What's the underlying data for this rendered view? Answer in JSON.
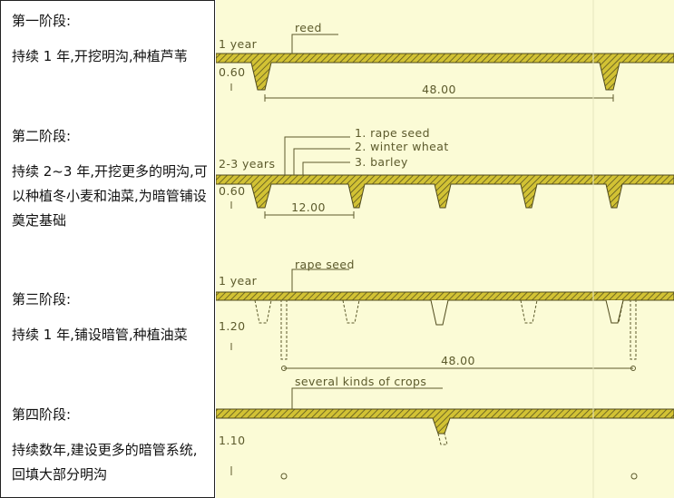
{
  "stages": [
    {
      "title": "第一阶段:",
      "desc": "持续 1 年,开挖明沟,种植芦苇",
      "duration": "1 year",
      "depth": "0.60",
      "spacing": "48.00",
      "crops": [
        "reed"
      ]
    },
    {
      "title": "第二阶段:",
      "desc": "持续 2~3 年,开挖更多的明沟,可以种植冬小麦和油菜,为暗管铺设奠定基础",
      "duration": "2-3 years",
      "depth": "0.60",
      "spacing": "12.00",
      "crops": [
        "1.  rape seed",
        "2.  winter wheat",
        "3.  barley"
      ]
    },
    {
      "title": "第三阶段:",
      "desc": "持续 1 年,铺设暗管,种植油菜",
      "duration": "1 year",
      "depth": "1.20",
      "spacing": "48.00",
      "crops": [
        "rape seed"
      ]
    },
    {
      "title": "第四阶段:",
      "desc": "持续数年,建设更多的暗管系统,回填大部分明沟",
      "duration": "",
      "depth": "1.10",
      "spacing": "",
      "crops": [
        "several kinds of crops"
      ]
    }
  ],
  "colors": {
    "diagram_background": "#fbfbd6",
    "ground_fill": "#d2c234",
    "hatch": "#5a5420",
    "label": "#5c5a2c"
  }
}
